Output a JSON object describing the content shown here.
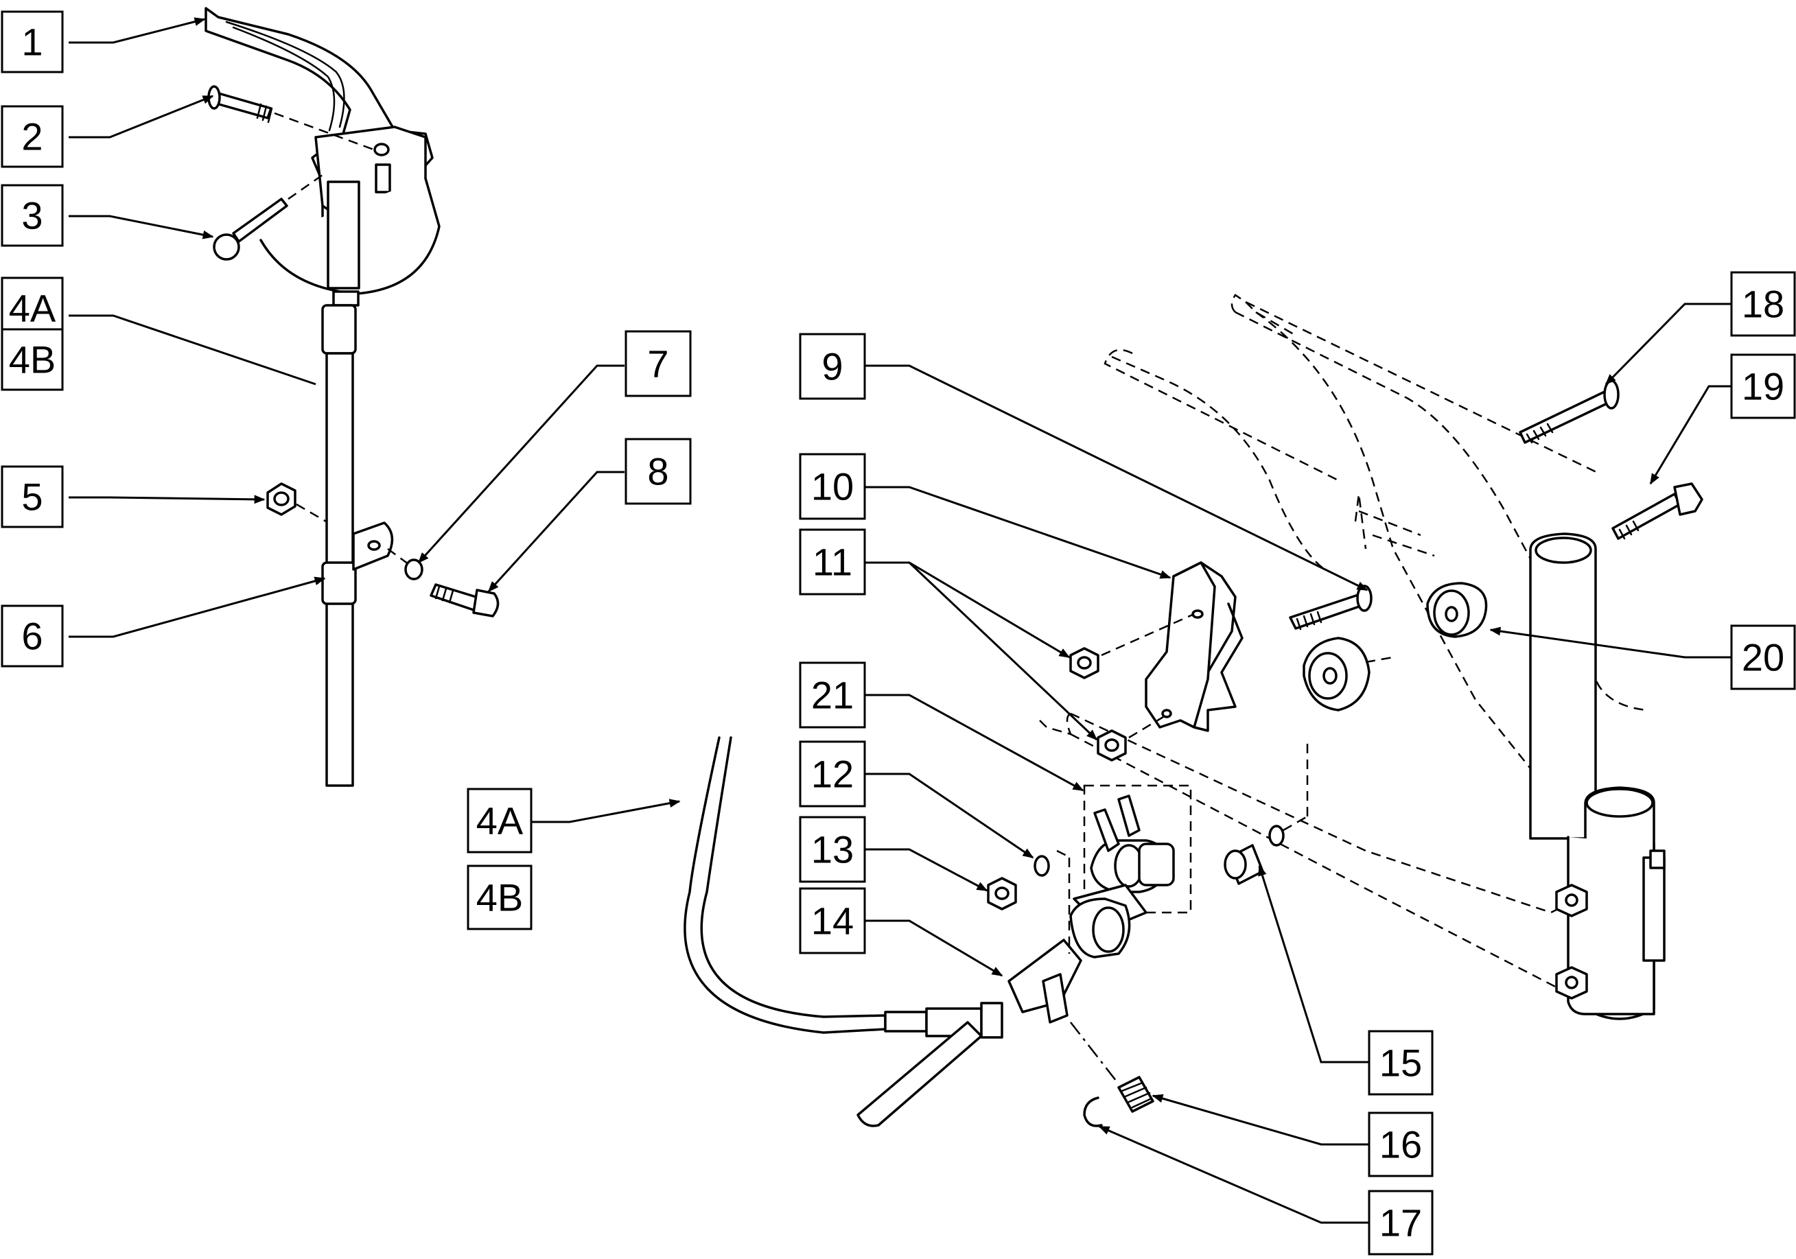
{
  "diagram": {
    "callouts": [
      {
        "id": "c1",
        "label": "1"
      },
      {
        "id": "c2",
        "label": "2"
      },
      {
        "id": "c3",
        "label": "3"
      },
      {
        "id": "c4a",
        "label": "4A"
      },
      {
        "id": "c4b",
        "label": "4B"
      },
      {
        "id": "c5",
        "label": "5"
      },
      {
        "id": "c6",
        "label": "6"
      },
      {
        "id": "c7",
        "label": "7"
      },
      {
        "id": "c8",
        "label": "8"
      },
      {
        "id": "c4a2",
        "label": "4A"
      },
      {
        "id": "c4b2",
        "label": "4B"
      },
      {
        "id": "c9",
        "label": "9"
      },
      {
        "id": "c10",
        "label": "10"
      },
      {
        "id": "c11",
        "label": "11"
      },
      {
        "id": "c21",
        "label": "21"
      },
      {
        "id": "c12",
        "label": "12"
      },
      {
        "id": "c13",
        "label": "13"
      },
      {
        "id": "c14",
        "label": "14"
      },
      {
        "id": "c15",
        "label": "15"
      },
      {
        "id": "c16",
        "label": "16"
      },
      {
        "id": "c17",
        "label": "17"
      },
      {
        "id": "c18",
        "label": "18"
      },
      {
        "id": "c19",
        "label": "19"
      },
      {
        "id": "c20",
        "label": "20"
      }
    ]
  }
}
